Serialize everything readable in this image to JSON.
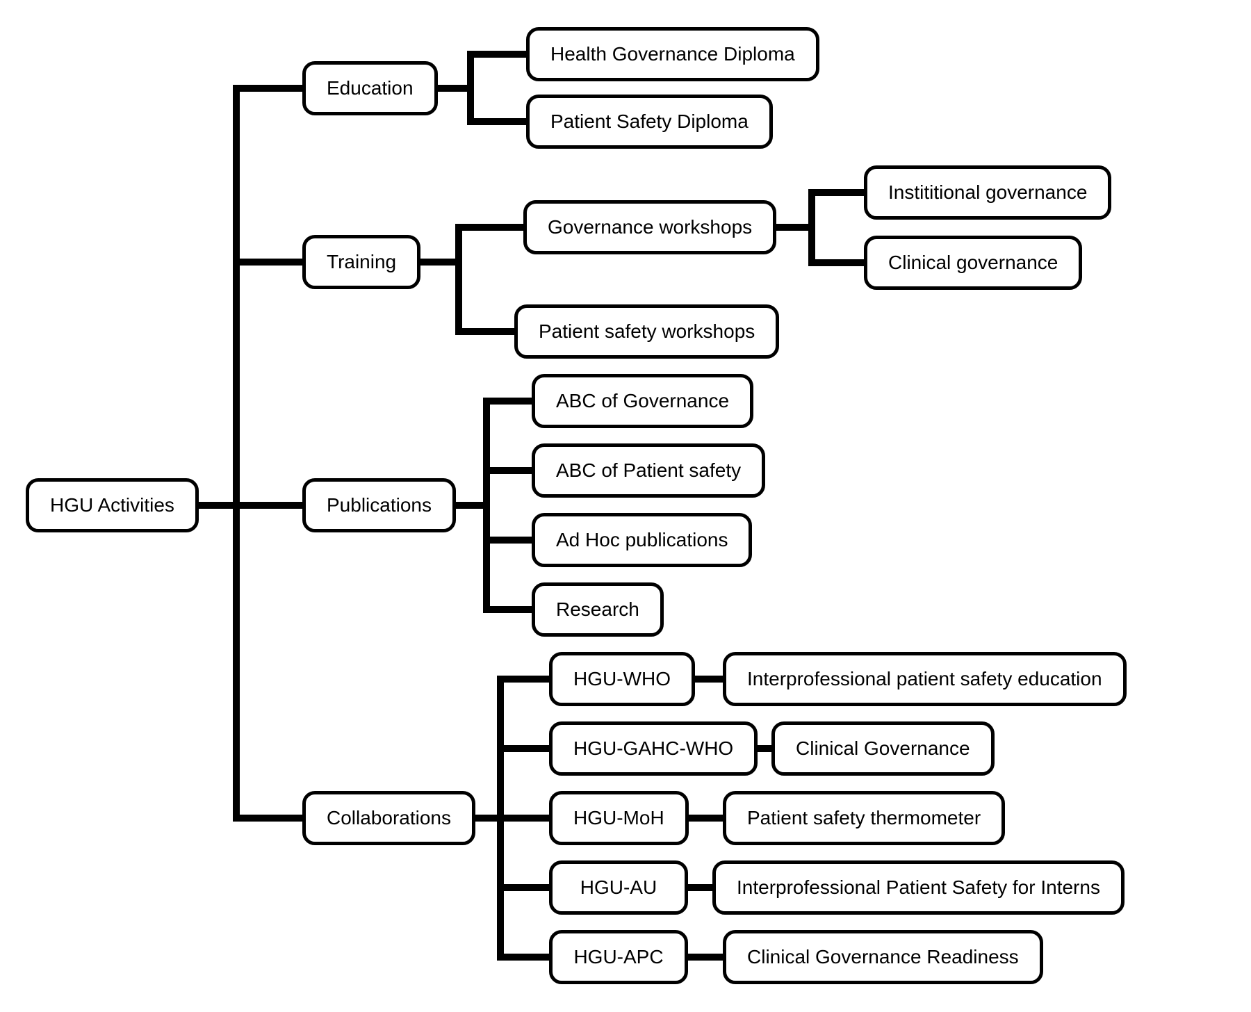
{
  "diagram": {
    "type": "tree",
    "orientation": "left-to-right",
    "colors": {
      "background": "#ffffff",
      "box_fill": "#ffffff",
      "box_border": "#000000",
      "line": "#000000",
      "text": "#000000"
    }
  },
  "nodes": {
    "root": {
      "label": "HGU Activities"
    },
    "education": {
      "label": "Education"
    },
    "hgd": {
      "label": "Health Governance Diploma"
    },
    "psd": {
      "label": "Patient Safety Diploma"
    },
    "training": {
      "label": "Training"
    },
    "govws": {
      "label": "Governance workshops"
    },
    "instgov": {
      "label": "Instititional governance"
    },
    "clingov": {
      "label": "Clinical governance"
    },
    "psws": {
      "label": "Patient safety workshops"
    },
    "pubs": {
      "label": "Publications"
    },
    "abcgov": {
      "label": "ABC of Governance"
    },
    "abcps": {
      "label": "ABC of Patient safety"
    },
    "adhoc": {
      "label": "Ad Hoc publications"
    },
    "research": {
      "label": "Research"
    },
    "collab": {
      "label": "Collaborations"
    },
    "hguwho": {
      "label": "HGU-WHO"
    },
    "p1": {
      "label": "Interprofessional patient safety education"
    },
    "gahc": {
      "label": "HGU-GAHC-WHO"
    },
    "p2": {
      "label": "Clinical Governance"
    },
    "moh": {
      "label": "HGU-MoH"
    },
    "p3": {
      "label": "Patient safety thermometer"
    },
    "au": {
      "label": "HGU-AU"
    },
    "p4": {
      "label": "Interprofessional Patient Safety for Interns"
    },
    "apc": {
      "label": "HGU-APC"
    },
    "p5": {
      "label": "Clinical Governance Readiness"
    }
  },
  "hierarchy": {
    "root": [
      "education",
      "training",
      "pubs",
      "collab"
    ],
    "education": [
      "hgd",
      "psd"
    ],
    "training": [
      "govws",
      "psws"
    ],
    "govws": [
      "instgov",
      "clingov"
    ],
    "pubs": [
      "abcgov",
      "abcps",
      "adhoc",
      "research"
    ],
    "collab": [
      "hguwho",
      "gahc",
      "moh",
      "au",
      "apc"
    ]
  },
  "links": [
    [
      "hguwho",
      "p1"
    ],
    [
      "gahc",
      "p2"
    ],
    [
      "moh",
      "p3"
    ],
    [
      "au",
      "p4"
    ],
    [
      "apc",
      "p5"
    ]
  ]
}
